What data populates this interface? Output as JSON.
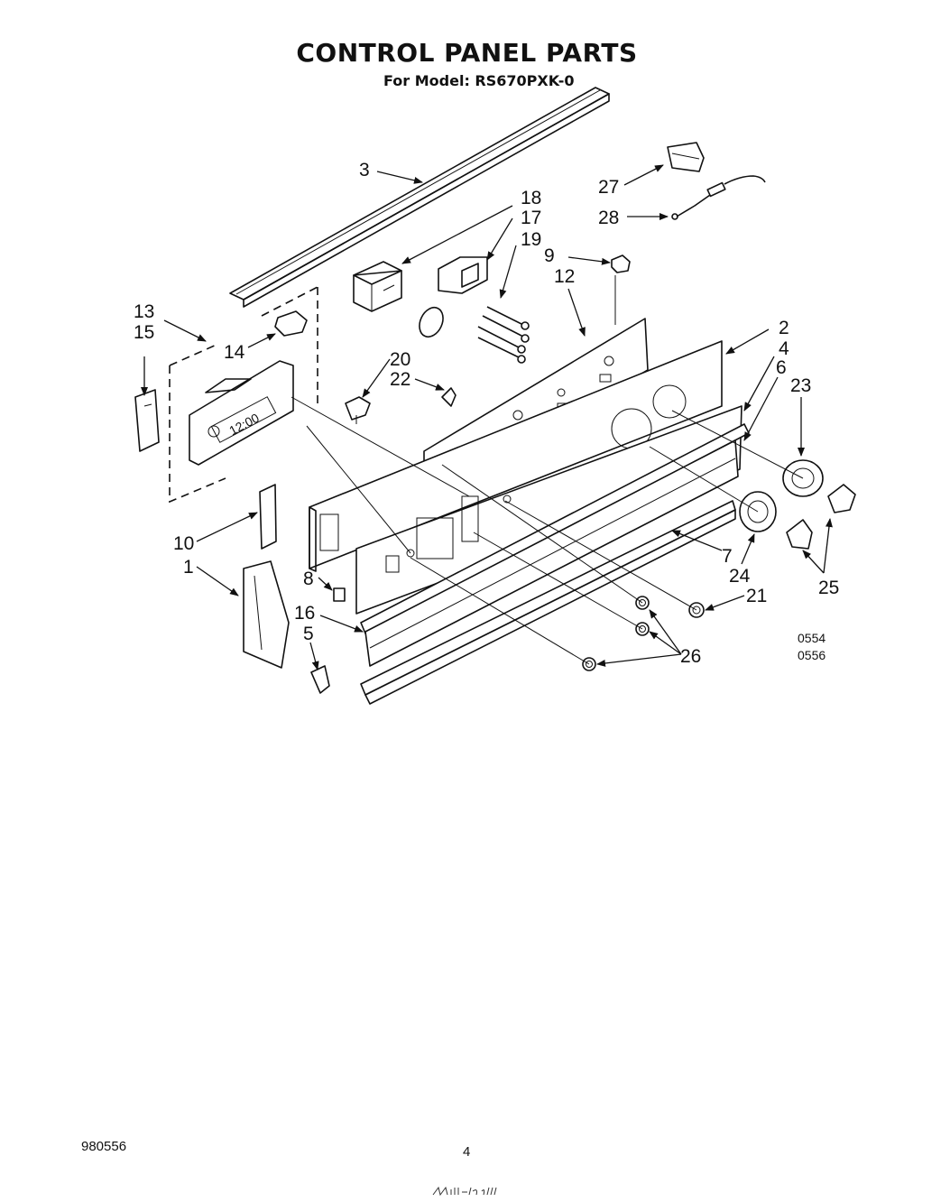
{
  "header": {
    "title": "CONTROL PANEL PARTS",
    "subtitle": "For Model: RS670PXK-0"
  },
  "callouts": {
    "c1": "1",
    "c2": "2",
    "c3": "3",
    "c4": "4",
    "c5": "5",
    "c6": "6",
    "c7": "7",
    "c8": "8",
    "c9": "9",
    "c10": "10",
    "c12": "12",
    "c13": "13",
    "c14": "14",
    "c15": "15",
    "c16": "16",
    "c17": "17",
    "c18": "18",
    "c19": "19",
    "c20": "20",
    "c21": "21",
    "c22": "22",
    "c23": "23",
    "c24": "24",
    "c25": "25",
    "c26": "26",
    "c27": "27",
    "c28": "28"
  },
  "clock_display": "12:00",
  "drawing_codes": {
    "code_a": "0554",
    "code_b": "0556"
  },
  "footer": {
    "doc_number": "980556",
    "page_number": "4"
  }
}
